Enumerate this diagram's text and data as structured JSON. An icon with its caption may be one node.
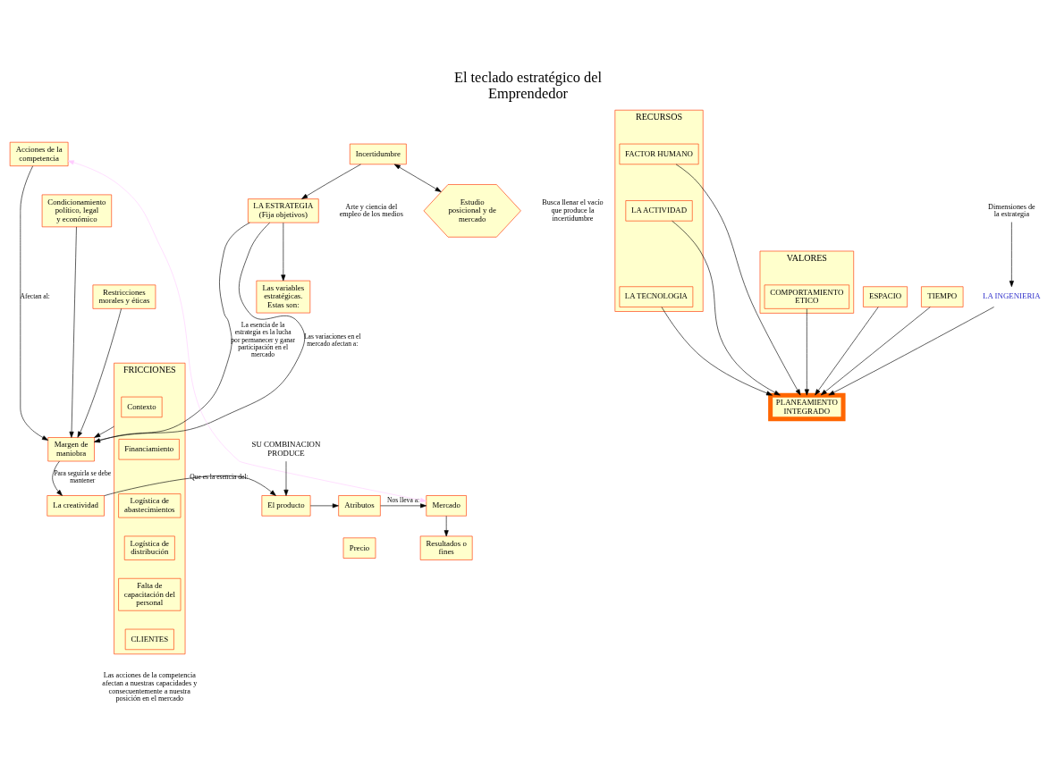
{
  "diagram": {
    "title": "El teclado estratégico del Emprendedor",
    "nodes": [
      {
        "text": [
          "Acciones de la competencia"
        ]
      },
      {
        "text": [
          "Condicionamiento político, legal y económico"
        ]
      },
      {
        "text": [
          "Restricciones morales y éticas"
        ]
      },
      {
        "text": [
          "FRICCIONES"
        ]
      },
      {
        "text": [
          "Contexto"
        ],
        "in": 3
      },
      {
        "text": [
          "Financiamiento"
        ],
        "in": 3
      },
      {
        "text": [
          "Logística de abastecimientos"
        ],
        "in": 3
      },
      {
        "text": [
          "Logística de distribución"
        ],
        "in": 3
      },
      {
        "text": [
          "Falta de capacitación del personal"
        ],
        "in": 3
      },
      {
        "text": [
          "CLIENTES"
        ],
        "in": 3
      },
      {
        "text": [
          "Margen de maniobra"
        ]
      },
      {
        "text": [
          "Incertidumbre"
        ]
      },
      {
        "text": [
          "Estudio posicional y de mercado"
        ],
        "beside": [
          "Busca llenar el vacío que produce la incertidumbre"
        ]
      },
      {
        "text": [
          "LA ESTRATEGIA (Fija objetivos)"
        ],
        "beside": [
          "Arte y ciencia del empleo de los medios"
        ]
      },
      {
        "text": [
          "Las variables estratégicas. Estas son:"
        ]
      },
      {
        "text": [
          "RECURSOS"
        ]
      },
      {
        "text": [
          "FACTOR HUMANO"
        ],
        "in": 15
      },
      {
        "text": [
          "LA ACTIVIDAD"
        ],
        "in": 15
      },
      {
        "text": [
          "LA TECNOLOGIA"
        ],
        "in": 15
      },
      {
        "text": [
          "VALORES"
        ]
      },
      {
        "text": [
          "COMPORTAMIENTO ETICO"
        ],
        "in": 19
      },
      {
        "text": [
          "ESPACIO"
        ]
      },
      {
        "text": [
          "TIEMPO"
        ]
      },
      {
        "text": [
          "PLANEAMIENTO INTEGRADO"
        ]
      },
      {
        "text": [
          "Dimensiones de la estrategia"
        ]
      },
      {
        "text": [
          "LA INGENIERIA"
        ]
      },
      {
        "text": [
          "La creatividad"
        ]
      },
      {
        "text": [
          "El producto"
        ]
      },
      {
        "text": [
          "Atributos"
        ]
      },
      {
        "text": [
          "Precio"
        ]
      },
      {
        "text": [
          "Mercado"
        ]
      },
      {
        "text": [
          "Resultados o fines"
        ]
      },
      {
        "text": [
          "SU COMBINACION PRODUCE"
        ]
      }
    ],
    "edges": [
      {
        "from": 0,
        "to": 10,
        "arrow": "to",
        "label": "Afectan al:"
      },
      {
        "from": 1,
        "to": 10,
        "arrow": "to"
      },
      {
        "from": 2,
        "to": 10,
        "arrow": "to"
      },
      {
        "from": 3,
        "to": 10,
        "arrow": "to"
      },
      {
        "from": 11,
        "to": 12,
        "arrow": "both"
      },
      {
        "from": 11,
        "to": 13,
        "arrow": "to"
      },
      {
        "from": 13,
        "to": 10,
        "arrow": "to",
        "label": "La esencia de la estrategia es la lucha por permanecer y ganar participación en el mercado"
      },
      {
        "from": 10,
        "to": 13,
        "arrow": "none",
        "label": "Las variaciones en el mercado afectan a:"
      },
      {
        "from": 13,
        "to": 14,
        "arrow": "to"
      },
      {
        "from": 16,
        "to": 23,
        "arrow": "to"
      },
      {
        "from": 17,
        "to": 23,
        "arrow": "to"
      },
      {
        "from": 18,
        "to": 23,
        "arrow": "to"
      },
      {
        "from": 20,
        "to": 23,
        "arrow": "to"
      },
      {
        "from": 21,
        "to": 23,
        "arrow": "to"
      },
      {
        "from": 22,
        "to": 23,
        "arrow": "to"
      },
      {
        "from": 24,
        "to": 25,
        "arrow": "to"
      },
      {
        "from": 25,
        "to": 23,
        "arrow": "to"
      },
      {
        "from": 10,
        "to": 26,
        "arrow": "to",
        "label": "Para seguirla se debe mantener"
      },
      {
        "from": 26,
        "to": 27,
        "arrow": "to",
        "label": "Que es la esencia del:"
      },
      {
        "from": 32,
        "to": 27,
        "arrow": "to"
      },
      {
        "from": 27,
        "to": 28,
        "arrow": "to"
      },
      {
        "from": 28,
        "to": 30,
        "arrow": "to",
        "label": "Nos lleva a:"
      },
      {
        "from": 30,
        "to": 31,
        "arrow": "to"
      },
      {
        "from": 30,
        "to": 0,
        "arrow": "both",
        "color": "#ffccff"
      }
    ],
    "labels": [
      "Las acciones de la competencia afectan a nuestras capacidades y consecuentemente a nuestra posición en el mercado"
    ]
  }
}
